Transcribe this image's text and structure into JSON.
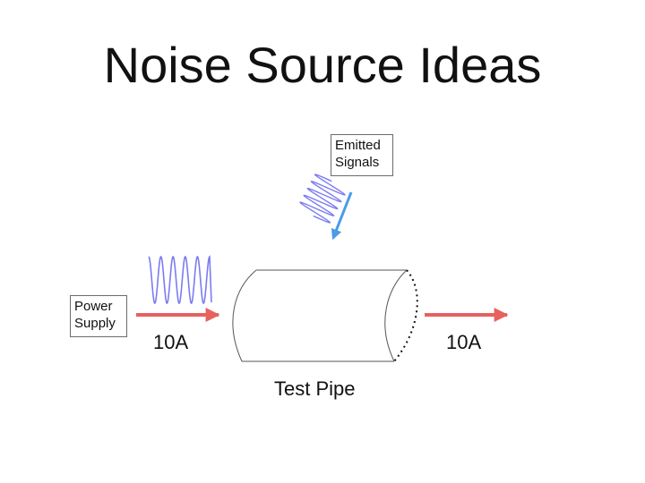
{
  "title": "Noise Source Ideas",
  "power_supply": {
    "line1": "Power",
    "line2": "Supply"
  },
  "emitted_signals": {
    "line1": "Emitted",
    "line2": "Signals"
  },
  "current_in": "10A",
  "current_out": "10A",
  "pipe_label": "Test Pipe",
  "colors": {
    "current_arrow": "#e8615e",
    "signal_wave": "#7c7cf0",
    "emitted_arrow": "#4a9be8",
    "outline": "#555555"
  }
}
